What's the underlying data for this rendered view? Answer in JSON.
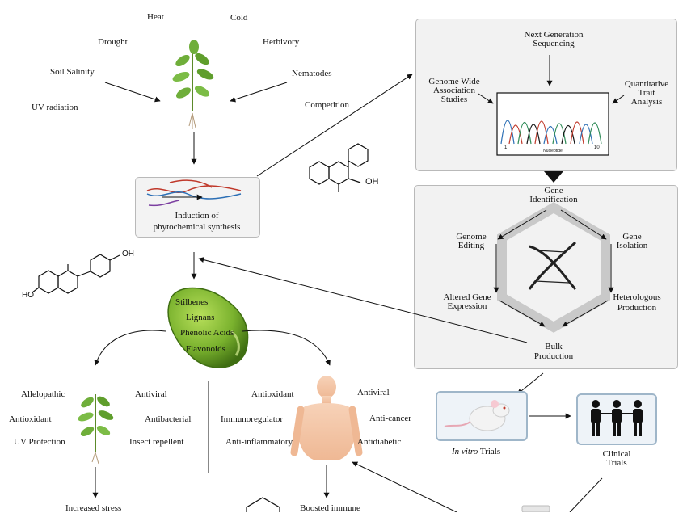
{
  "stress": {
    "heat": "Heat",
    "cold": "Cold",
    "drought": "Drought",
    "herbivory": "Herbivory",
    "soil_salinity": "Soil Salinity",
    "nematodes": "Nematodes",
    "uv_radiation": "UV radiation",
    "competition": "Competition"
  },
  "induction": {
    "line1": "Induction of",
    "line2": "phytochemical synthesis"
  },
  "chemicals": {
    "oh_flavonol": "OH",
    "oh_iso_top": "OH",
    "oh_iso_left": "HO"
  },
  "seed_compounds": [
    "Stilbenes",
    "Lignans",
    "Phenolic Acids",
    "Flavonoids"
  ],
  "plant_roles": {
    "allelopathic": "Allelopathic",
    "antiviral": "Antiviral",
    "antioxidant": "Antioxidant",
    "antibacterial": "Antibacterial",
    "uv_protection": "UV Protection",
    "insect_repellent": "Insect repellent",
    "increased_stress": "Increased stress"
  },
  "human_roles": {
    "antioxidant": "Antioxidant",
    "antiviral": "Antiviral",
    "immunoregulator": "Immunoregulator",
    "anti_cancer": "Anti-cancer",
    "anti_inflammatory": "Anti-inflammatory",
    "antidiabetic": "Antidiabetic",
    "boosted_immune": "Boosted immune"
  },
  "sequencing": {
    "ngs_line1": "Next Generation",
    "ngs_line2": "Sequencing",
    "gwas_line1": "Genome Wide",
    "gwas_line2": "Association",
    "gwas_line3": "Studies",
    "qta_line1": "Quantitative",
    "qta_line2": "Trait",
    "qta_line3": "Analysis",
    "axis_start": "1",
    "axis_end": "10",
    "axis_label": "Nucleotide"
  },
  "cycle": {
    "gene_id_1": "Gene",
    "gene_id_2": "Identification",
    "genome_editing_1": "Genome",
    "genome_editing_2": "Editing",
    "gene_isolation_1": "Gene",
    "gene_isolation_2": "Isolation",
    "altered_1": "Altered Gene",
    "altered_2": "Expression",
    "hetero_1": "Heterologous",
    "hetero_2": "Production",
    "bulk_1": "Bulk",
    "bulk_2": "Production"
  },
  "trials": {
    "in_vitro_italic": "In vitro",
    "in_vitro_rest": " Trials",
    "clinical_1": "Clinical",
    "clinical_2": "Trials"
  },
  "colors": {
    "seed_green": "#7ab22e",
    "seed_dark": "#3f6e12",
    "panel_bg": "#f2f2f2",
    "hex_ring": "#c9c9c9",
    "dna_red": "#c0392b",
    "dna_blue": "#2c6fb5"
  }
}
